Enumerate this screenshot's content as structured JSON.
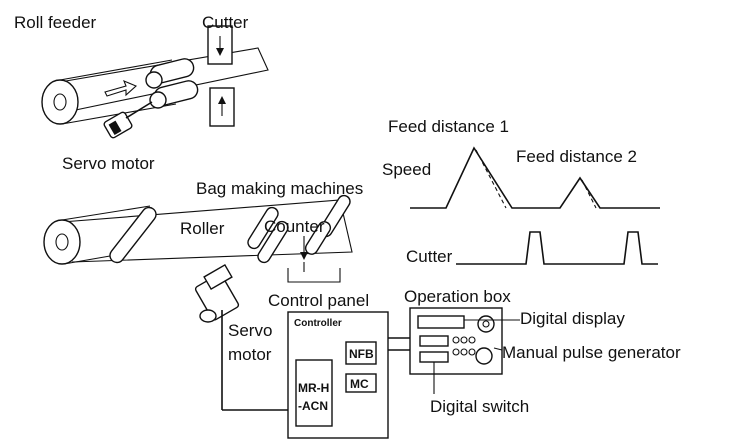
{
  "labels": {
    "roll_feeder": "Roll feeder",
    "cutter_top": "Cutter",
    "servo_motor_top": "Servo motor",
    "bag_making": "Bag making machines",
    "roller": "Roller",
    "counter": "Counter",
    "control_panel": "Control panel",
    "servo_left_1": "Servo",
    "servo_left_2": "motor",
    "operation_box": "Operation box",
    "digital_display": "Digital display",
    "manual_pulse": "Manual pulse generator",
    "digital_switch": "Digital switch",
    "controller": "Controller",
    "nfb": "NFB",
    "mc": "MC",
    "amp_1": "MR-H",
    "amp_2": "-ACN",
    "feed_1": "Feed distance 1",
    "feed_2": "Feed distance 2",
    "speed": "Speed",
    "cutter_graph": "Cutter"
  }
}
